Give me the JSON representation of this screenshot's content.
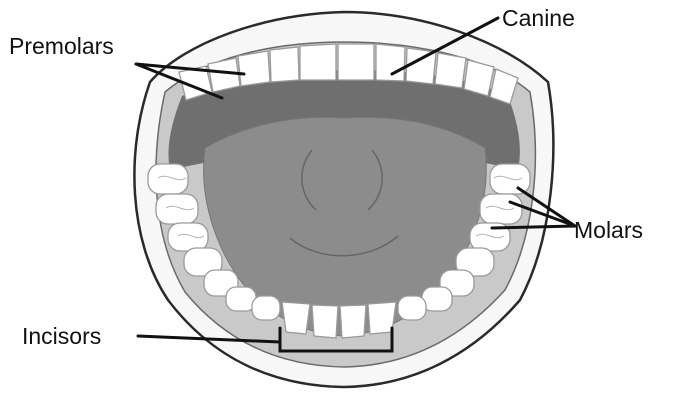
{
  "labels": {
    "premolars": "Premolars",
    "canine": "Canine",
    "molars": "Molars",
    "incisors": "Incisors"
  },
  "colors": {
    "lips": "#f7f7f7",
    "lip_outline": "#2a2a2a",
    "gum": "#c9c9c9",
    "palate": "#6f6f6f",
    "tongue": "#8c8c8c",
    "tooth": "#ffffff",
    "label_text": "#111111"
  }
}
